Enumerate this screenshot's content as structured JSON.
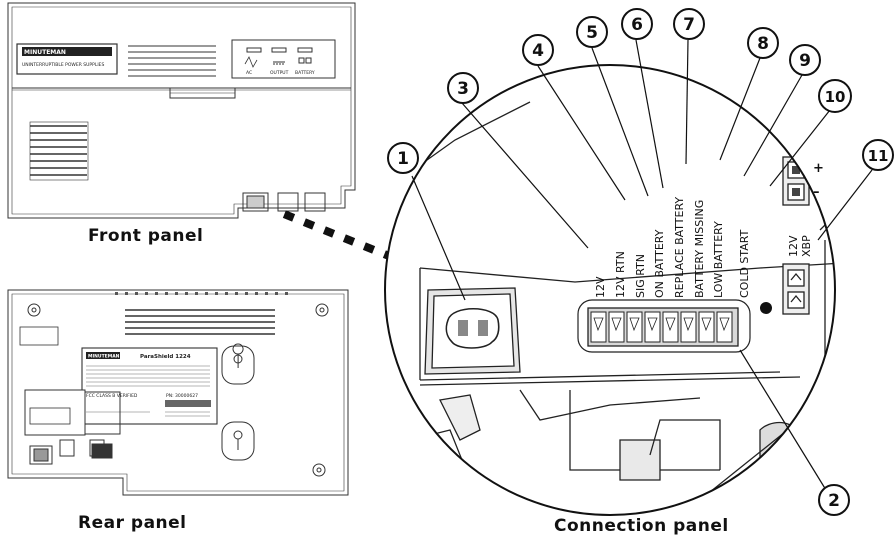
{
  "captions": {
    "front": "Front panel",
    "rear": "Rear panel",
    "connection": "Connection panel"
  },
  "front_panel": {
    "brand": "MINUTEMAN",
    "subtitle": "UNINTERRUPTIBLE POWER SUPPLIES",
    "indicator_labels": [
      "AC",
      "OUTPUT",
      "BATTERY"
    ]
  },
  "rear_panel": {
    "brand": "MINUTEMAN",
    "model": "ParaShield 1224",
    "pn": "PN: 30000627",
    "fcc": "FCC CLASS B VERIFIED"
  },
  "terminal_labels": [
    "12V",
    "12V RTN",
    "SIG RTN",
    "ON BATTERY",
    "REPLACE BATTERY",
    "BATTERY MISSING",
    "LOW BATTERY",
    "COLD START"
  ],
  "xbp": {
    "line1": "12V",
    "line2": "XBP",
    "plus": "+",
    "minus": "–"
  },
  "callouts": [
    "1",
    "2",
    "3",
    "4",
    "5",
    "6",
    "7",
    "8",
    "9",
    "10",
    "11"
  ]
}
